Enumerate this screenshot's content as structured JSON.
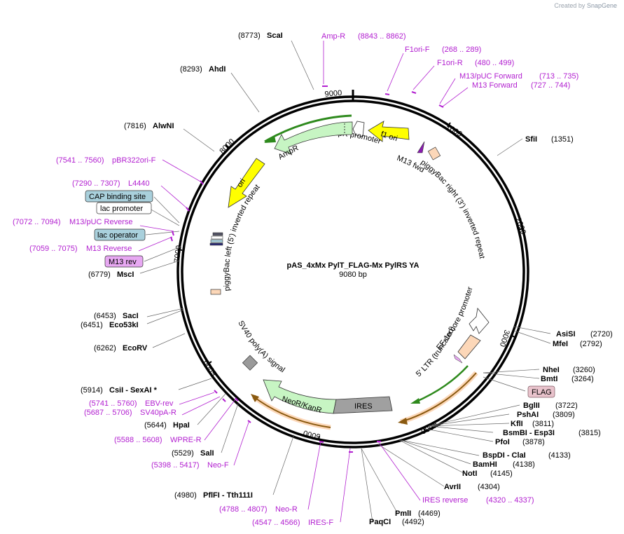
{
  "credit": {
    "prefix": "Created by",
    "brand": "SnapGene"
  },
  "plasmid": {
    "name": "pAS_4xMx PylT_FLAG-Mx PylRS YA",
    "size": "9080 bp"
  },
  "ticks": [
    "1000",
    "2000",
    "3000",
    "4000",
    "5000",
    "6000",
    "7000",
    "8000",
    "9000"
  ],
  "sites": [
    {
      "pos": "(8773)",
      "name": "ScaI"
    },
    {
      "pos": "(8293)",
      "name": "AhdI"
    },
    {
      "pos": "(7816)",
      "name": "AlwNI"
    },
    {
      "pos": "(6779)",
      "name": "MscI"
    },
    {
      "pos": "(6453)",
      "name": "SacI"
    },
    {
      "pos": "(6451)",
      "name": "Eco53kI"
    },
    {
      "pos": "(6262)",
      "name": "EcoRV"
    },
    {
      "pos": "(5914)",
      "name": "CsiI   - SexAI *"
    },
    {
      "pos": "(5644)",
      "name": "HpaI"
    },
    {
      "pos": "(5529)",
      "name": "SalI"
    },
    {
      "pos": "(4980)",
      "name": "PflFI   - Tth111I"
    },
    {
      "pos": "(4492)",
      "name": "PaqCI"
    },
    {
      "pos": "(4469)",
      "name": "PmlI"
    },
    {
      "pos": "(4304)",
      "name": "AvrII"
    },
    {
      "pos": "(4145)",
      "name": "NotI"
    },
    {
      "pos": "(4138)",
      "name": "BamHI"
    },
    {
      "pos": "(4133)",
      "name": "BspDI   - ClaI"
    },
    {
      "pos": "(3878)",
      "name": "PfoI"
    },
    {
      "pos": "(3815)",
      "name": "BsmBI   - Esp3I"
    },
    {
      "pos": "(3811)",
      "name": "KflI"
    },
    {
      "pos": "(3809)",
      "name": "PshAI"
    },
    {
      "pos": "(3722)",
      "name": "BglII"
    },
    {
      "pos": "(3264)",
      "name": "BmtI"
    },
    {
      "pos": "(3260)",
      "name": "NheI"
    },
    {
      "pos": "(2792)",
      "name": "MfeI"
    },
    {
      "pos": "(2720)",
      "name": "AsiSI"
    },
    {
      "pos": "(1351)",
      "name": "SfiI"
    }
  ],
  "primers": [
    {
      "name": "Amp-R",
      "range": "(8843 .. 8862)"
    },
    {
      "name": "F1ori-F",
      "range": "(268 .. 289)"
    },
    {
      "name": "F1ori-R",
      "range": "(480 .. 499)"
    },
    {
      "name": "M13/pUC Forward",
      "range": "(713 .. 735)"
    },
    {
      "name": "M13 Forward",
      "range": "(727 .. 744)"
    },
    {
      "name": "pBR322ori-F",
      "range": "(7541 .. 7560)"
    },
    {
      "name": "L4440",
      "range": "(7290 .. 7307)"
    },
    {
      "name": "M13/pUC Reverse",
      "range": "(7072 .. 7094)"
    },
    {
      "name": "M13 Reverse",
      "range": "(7059 .. 7075)"
    },
    {
      "name": "EBV-rev",
      "range": "(5741 .. 5760)"
    },
    {
      "name": "SV40pA-R",
      "range": "(5687 .. 5706)"
    },
    {
      "name": "WPRE-R",
      "range": "(5588 .. 5608)"
    },
    {
      "name": "Neo-F",
      "range": "(5398 .. 5417)"
    },
    {
      "name": "Neo-R",
      "range": "(4788 .. 4807)"
    },
    {
      "name": "IRES-F",
      "range": "(4547 .. 4566)"
    },
    {
      "name": "IRES reverse",
      "range": "(4320 .. 4337)"
    }
  ],
  "boxed": {
    "cap": "CAP binding site",
    "lacprom": "lac promoter",
    "lacop": "lac operator",
    "m13rev": "M13 rev",
    "flag": "FLAG"
  },
  "features": {
    "f1ori": "f1 ori",
    "ampr_promoter": "AmpR promoter",
    "ampr": "AmpR",
    "ori": "ori",
    "m13fwd": "M13 fwd",
    "pb_right": "piggyBac right (3') inverted repeat",
    "pb_left": "piggyBac left (5') inverted repeat",
    "ef1a": "EF-1α core promoter",
    "ltr": "5' LTR (truncated)",
    "sv40": "SV40 poly(A) signal",
    "neokan": "NeoR/KanR",
    "ires": "IRES"
  },
  "colors": {
    "backbone": "#000000",
    "primer": "#b21fd0",
    "f1ori": "#ffff00",
    "ampr": "#c7f5c3",
    "ori": "#ffff00",
    "ires": "#a0a0a0",
    "orange_feature": "#fcd7b8",
    "cap_box": "#a9d0dc",
    "m13rev_box": "#e7a8f2",
    "flag_box": "#e9c3cc"
  }
}
